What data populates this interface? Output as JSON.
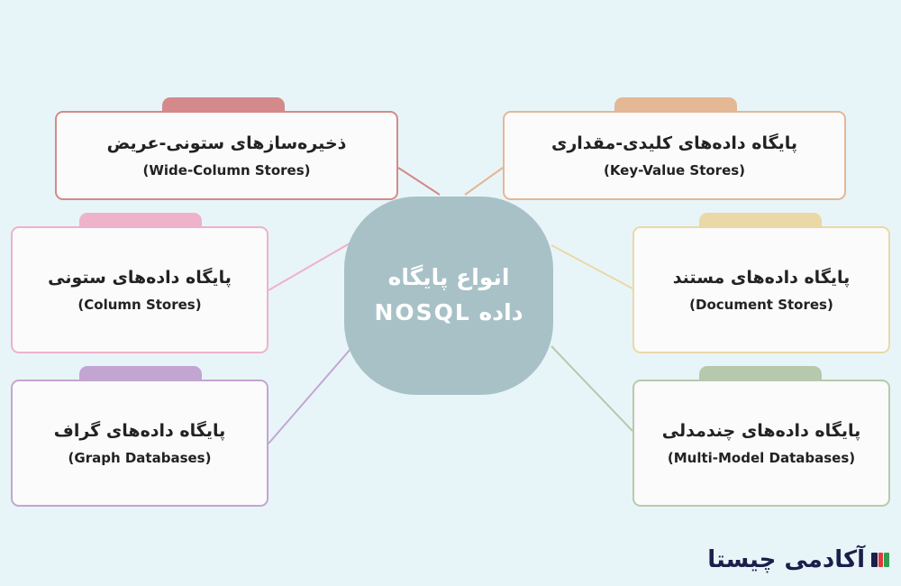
{
  "center": {
    "line1": "انواع پایگاه",
    "line2": "داده NOSQL"
  },
  "cards": [
    {
      "id": "wide-column",
      "fa": "ذخیره‌سازهای ستونی-عریض",
      "en": "(Wide-Column Stores)",
      "color": "#d48a8a"
    },
    {
      "id": "key-value",
      "fa": "پایگاه داده‌های کلیدی-مقداری",
      "en": "(Key-Value Stores)",
      "color": "#e4b795"
    },
    {
      "id": "column",
      "fa": "پایگاه داده‌های ستونی",
      "en": "(Column Stores)",
      "color": "#eeb2cb"
    },
    {
      "id": "document",
      "fa": "پایگاه داده‌های مستند",
      "en": "(Document Stores)",
      "color": "#ead9a6"
    },
    {
      "id": "graph",
      "fa": "پایگاه داده‌های گراف",
      "en": "(Graph Databases)",
      "color": "#c3a5d2"
    },
    {
      "id": "multi-model",
      "fa": "پایگاه داده‌های چندمدلی",
      "en": "(Multi-Model Databases)",
      "color": "#b7c9ad"
    }
  ],
  "logo": {
    "text": "آکادمی چیستا",
    "colors": [
      "#1b1f4a",
      "#e03a3a",
      "#2e9e4f"
    ]
  }
}
